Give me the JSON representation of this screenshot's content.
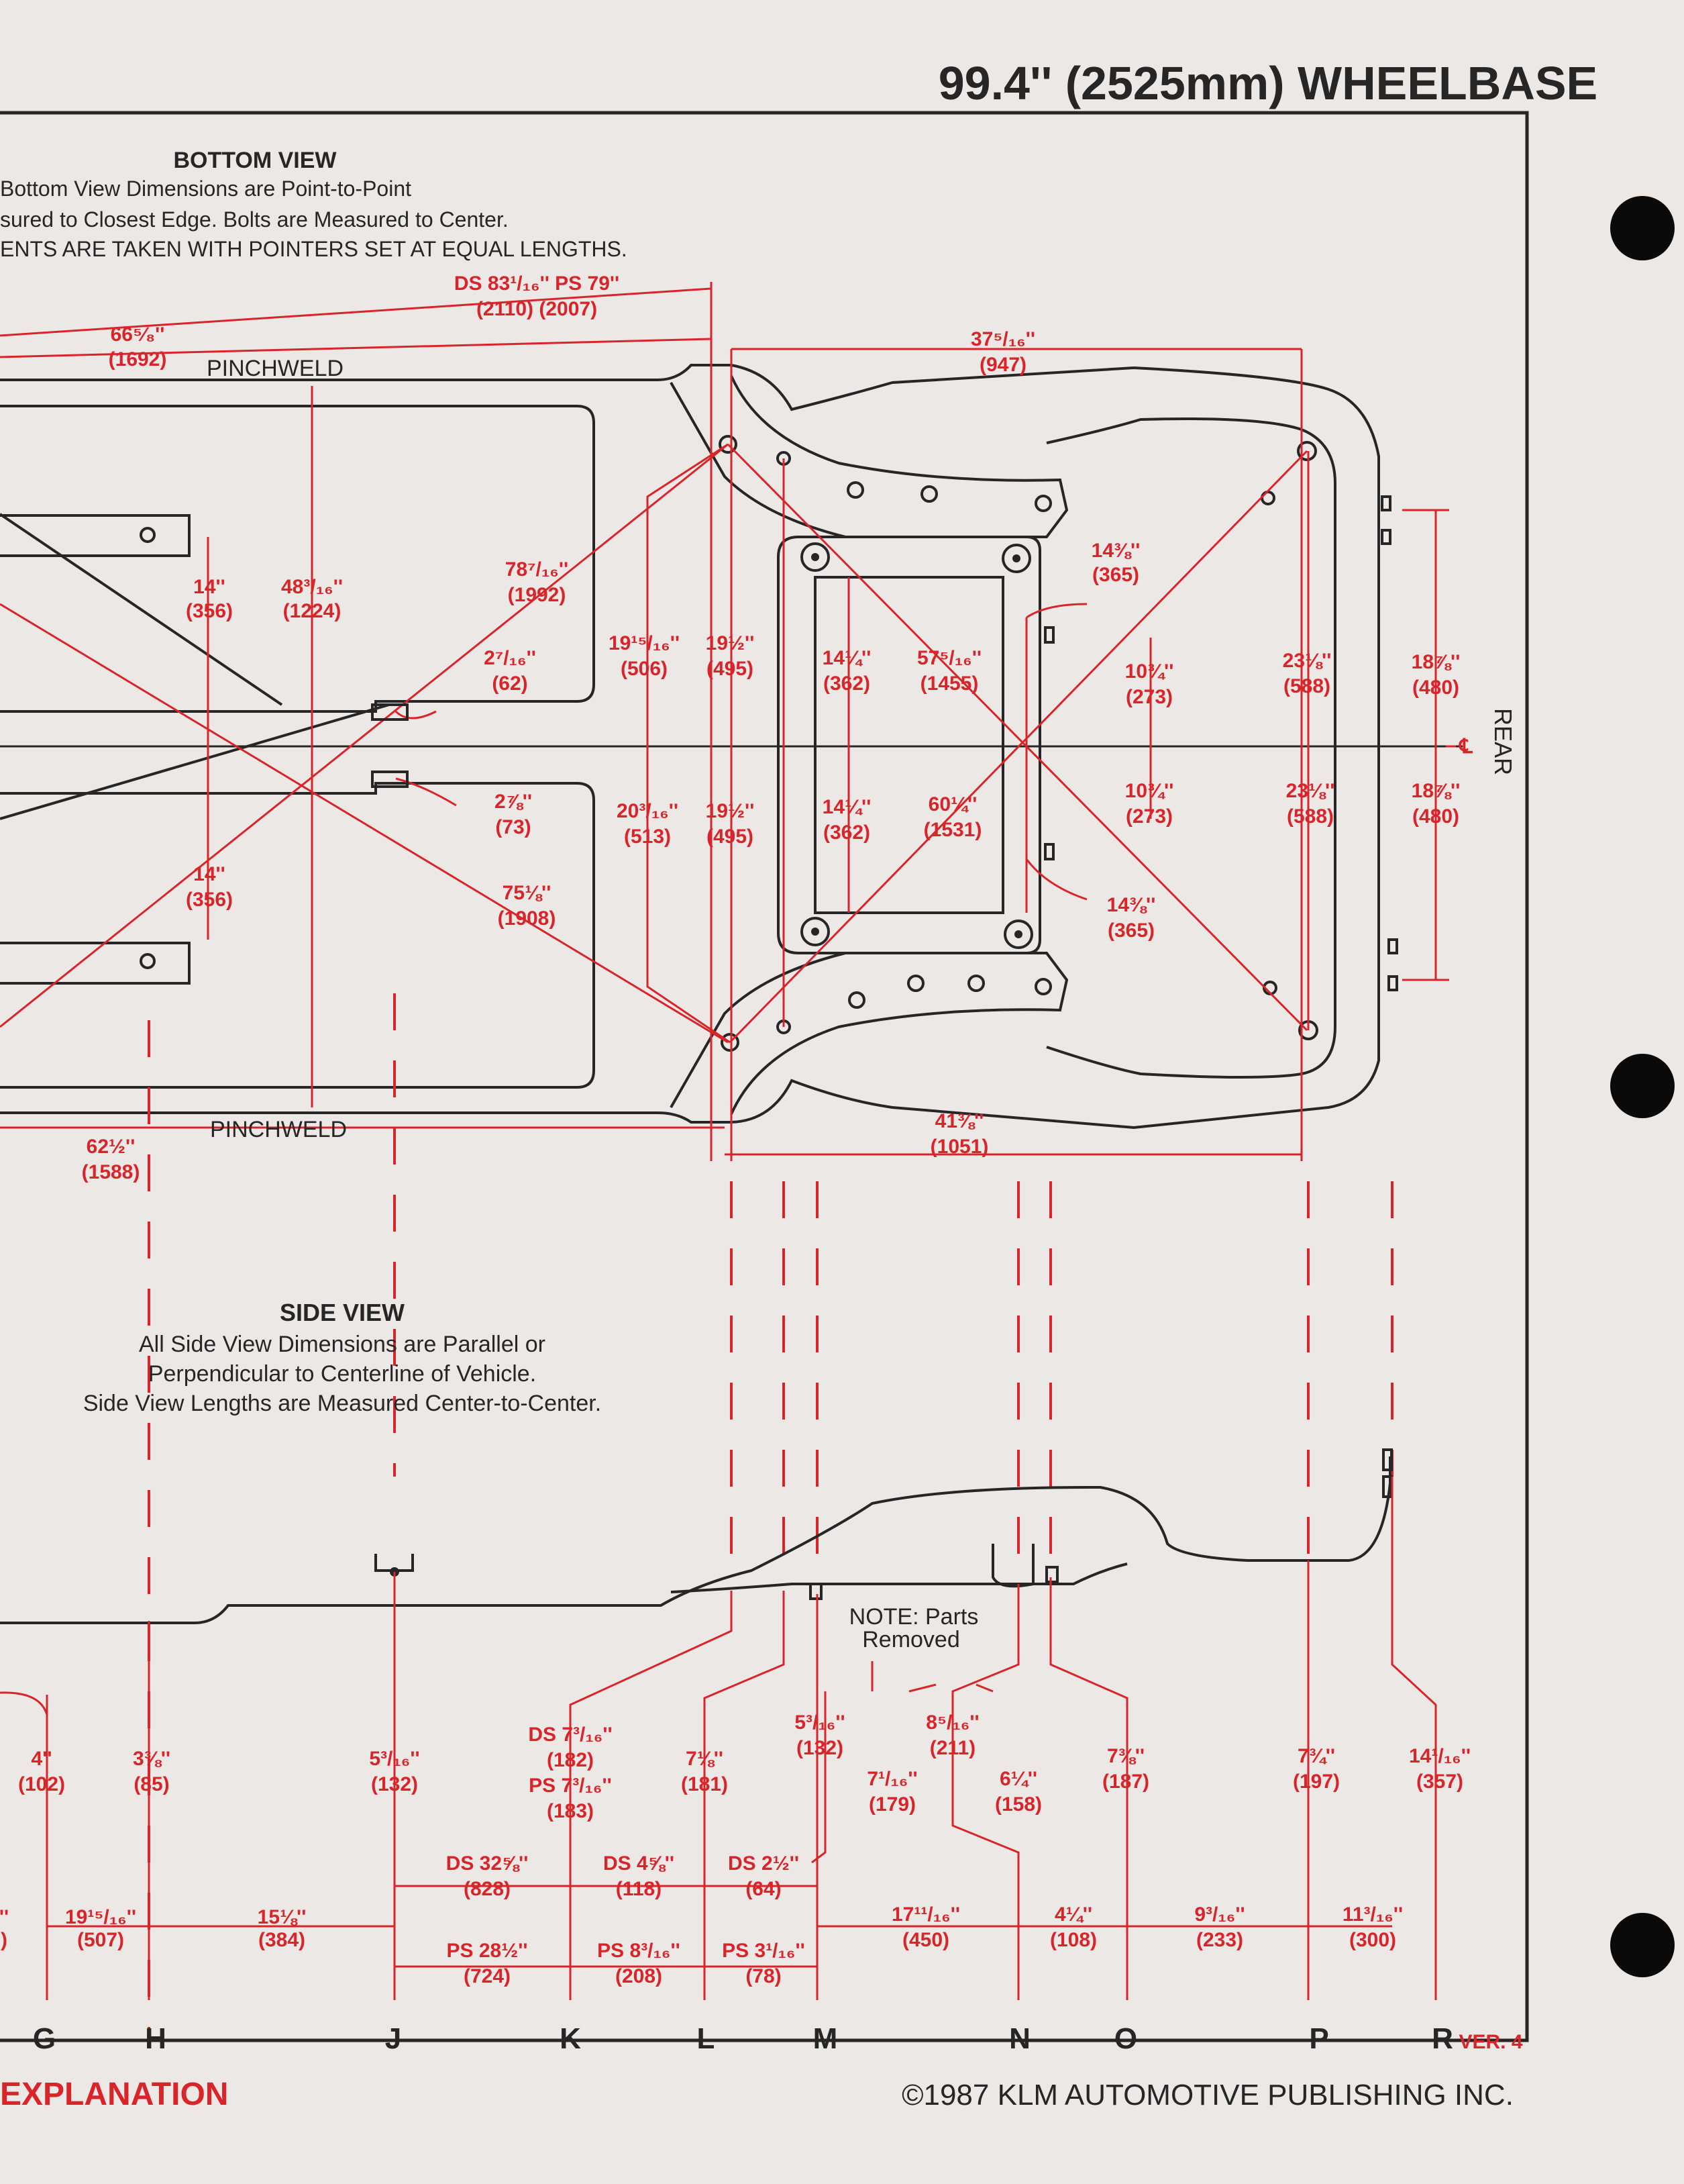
{
  "header": {
    "title": "99.4'' (2525mm) WHEELBASE"
  },
  "bottom_view": {
    "heading": "BOTTOM VIEW",
    "notes": [
      "Bottom View Dimensions are Point-to-Point",
      "sured to Closest Edge. Bolts are Measured to Center.",
      "ENTS ARE TAKEN WITH POINTERS SET AT EQUAL LENGTHS."
    ],
    "pinchweld_top": "PINCHWELD",
    "pinchweld_bottom": "PINCHWELD",
    "rear_label": "REAR",
    "centerline_symbol": "℄",
    "dims": [
      {
        "a": "DS 83¹/₁₆''  PS 79''",
        "b": "(2110)       (2007)"
      },
      {
        "a": "66⁵⁄₈''",
        "b": "(1692)"
      },
      {
        "a": "37⁵/₁₆''",
        "b": "(947)"
      },
      {
        "a": "14''",
        "b": "(356)"
      },
      {
        "a": "48³/₁₆''",
        "b": "(1224)"
      },
      {
        "a": "78⁷/₁₆''",
        "b": "(1992)"
      },
      {
        "a": "2⁷/₁₆''",
        "b": "(62)"
      },
      {
        "a": "19¹⁵/₁₆''",
        "b": "(506)"
      },
      {
        "a": "19½''",
        "b": "(495)"
      },
      {
        "a": "14¼''",
        "b": "(362)"
      },
      {
        "a": "57⁵/₁₆''",
        "b": "(1455)"
      },
      {
        "a": "14⅜''",
        "b": "(365)"
      },
      {
        "a": "10¾''",
        "b": "(273)"
      },
      {
        "a": "23⅛''",
        "b": "(588)"
      },
      {
        "a": "18⅞''",
        "b": "(480)"
      },
      {
        "a": "2⅞''",
        "b": "(73)"
      },
      {
        "a": "20³/₁₆''",
        "b": "(513)"
      },
      {
        "a": "19½''",
        "b": "(495)"
      },
      {
        "a": "14¼''",
        "b": "(362)"
      },
      {
        "a": "60¼''",
        "b": "(1531)"
      },
      {
        "a": "10¾''",
        "b": "(273)"
      },
      {
        "a": "23⅛''",
        "b": "(588)"
      },
      {
        "a": "18⅞''",
        "b": "(480)"
      },
      {
        "a": "14''",
        "b": "(356)"
      },
      {
        "a": "75⅛''",
        "b": "(1908)"
      },
      {
        "a": "14⅜''",
        "b": "(365)"
      },
      {
        "a": "62½''",
        "b": "(1588)"
      },
      {
        "a": "41⅜''",
        "b": "(1051)"
      }
    ]
  },
  "side_view": {
    "heading": "SIDE VIEW",
    "notes": [
      "All Side View Dimensions are Parallel or",
      "Perpendicular to Centerline of Vehicle.",
      "Side View Lengths are Measured Center-to-Center."
    ],
    "note_parts_1": "NOTE: Parts",
    "note_parts_2": "Removed",
    "heights": [
      {
        "a": "4''",
        "b": "(102)"
      },
      {
        "a": "3⅜''",
        "b": "(85)"
      },
      {
        "a": "5³/₁₆''",
        "b": "(132)"
      },
      {
        "a": "DS 7³/₁₆''",
        "b": "(182)",
        "c": "PS 7³/₁₆''",
        "d": "(183)"
      },
      {
        "a": "7⅛''",
        "b": "(181)"
      },
      {
        "a": "5³/₁₆''",
        "b": "(132)"
      },
      {
        "a": "8⁵/₁₆''",
        "b": "(211)"
      },
      {
        "a": "7¹/₁₆''",
        "b": "(179)"
      },
      {
        "a": "6¼''",
        "b": "(158)"
      },
      {
        "a": "7⅜''",
        "b": "(187)"
      },
      {
        "a": "7¾''",
        "b": "(197)"
      },
      {
        "a": "14¹/₁₆''",
        "b": "(357)"
      }
    ],
    "lengths": [
      {
        "a": "''",
        "b": ")"
      },
      {
        "a": "19¹⁵/₁₆''",
        "b": "(507)"
      },
      {
        "a": "15⅛''",
        "b": "(384)"
      },
      {
        "a": "DS 32⅝''",
        "b": "(828)"
      },
      {
        "a": "PS 28½''",
        "b": "(724)"
      },
      {
        "a": "DS 4⅝''",
        "b": "(118)"
      },
      {
        "a": "PS 8³/₁₆''",
        "b": "(208)"
      },
      {
        "a": "DS 2½''",
        "b": "(64)"
      },
      {
        "a": "PS 3¹/₁₆''",
        "b": "(78)"
      },
      {
        "a": "17¹¹/₁₆''",
        "b": "(450)"
      },
      {
        "a": "4¼''",
        "b": "(108)"
      },
      {
        "a": "9³/₁₆''",
        "b": "(233)"
      },
      {
        "a": "11³/₁₆''",
        "b": "(300)"
      }
    ]
  },
  "points": [
    "G",
    "H",
    "J",
    "K",
    "L",
    "M",
    "N",
    "O",
    "P",
    "R"
  ],
  "footer": {
    "version": "VER. 4",
    "explanation": "EXPLANATION",
    "copyright": "©1987 KLM AUTOMOTIVE PUBLISHING INC."
  },
  "colors": {
    "dimension_red": "#d9242a",
    "ink": "#262626",
    "paper": "#ebe8e6"
  }
}
